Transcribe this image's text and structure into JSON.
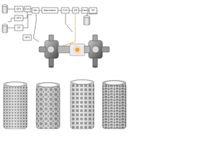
{
  "diagram": {
    "labels": {
      "gp1": "GP1",
      "cv1": "CV1",
      "mix": "Mix",
      "micromixer": "Micromixer",
      "cv2": "CV2",
      "dp": "DP",
      "gp2": "GP2",
      "cp": "CP",
      "gp3": "GP3",
      "cam": "Cam",
      "sp": "SP"
    },
    "colors": {
      "line": "#333333",
      "box_fill": "#ffffff",
      "highlight": "#f0a23a",
      "apparatus": "#8d8d8d",
      "background": "#ffffff"
    },
    "scaffolds": [
      {
        "pattern": "cylinder-pores-small"
      },
      {
        "pattern": "cylinder-voronoi"
      },
      {
        "pattern": "cylinder-lattice"
      },
      {
        "pattern": "cylinder-network"
      }
    ]
  }
}
